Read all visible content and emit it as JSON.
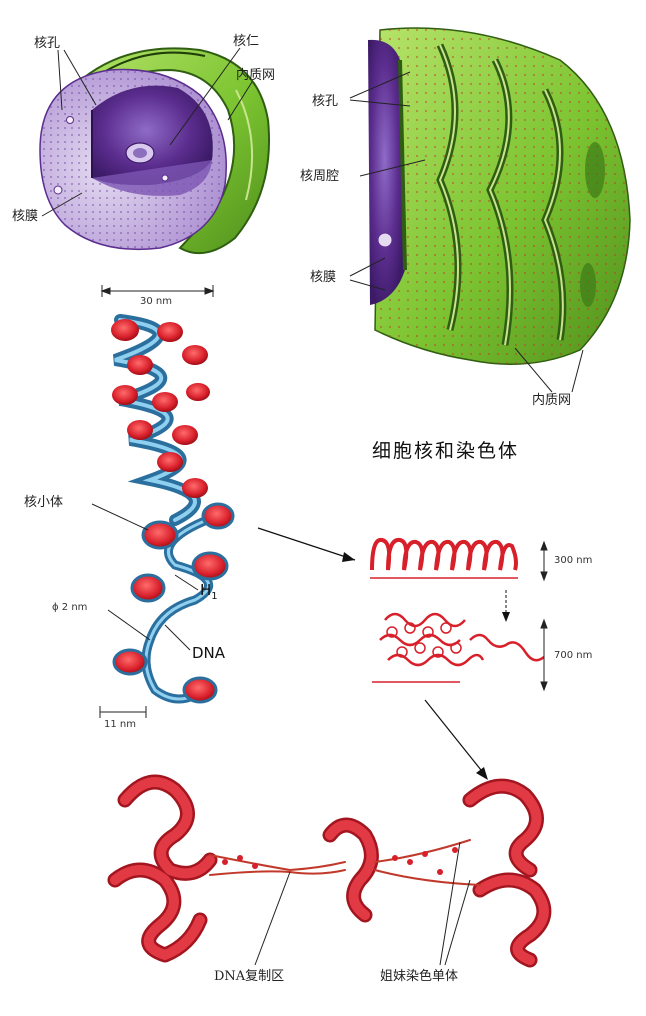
{
  "labels": {
    "pore_left": "核孔",
    "nucleolus": "核仁",
    "er_top": "内质网",
    "envelope_left": "核膜",
    "pore_right": "核孔",
    "perinuclear": "核周腔",
    "envelope_right": "核膜",
    "er_right": "内质网",
    "title": "细胞核和染色体",
    "fiber_width": "30 nm",
    "nucleosome": "核小体",
    "h1": "H",
    "h1_sub": "1",
    "dna_width": "ϕ 2 nm",
    "dna": "DNA",
    "bead_width": "11 nm",
    "loop_height": "300 nm",
    "coil_height": "700 nm",
    "replication": "DNA复制区",
    "chromatids": "姐妹染色单体"
  },
  "colors": {
    "nucleus_purple": "#5b2d8e",
    "nucleus_light": "#b79fd6",
    "er_green": "#7cc431",
    "er_dark": "#2f5e12",
    "chromatin_red": "#d8202b",
    "dna_blue": "#5aa3cf",
    "label_text": "#222222"
  }
}
